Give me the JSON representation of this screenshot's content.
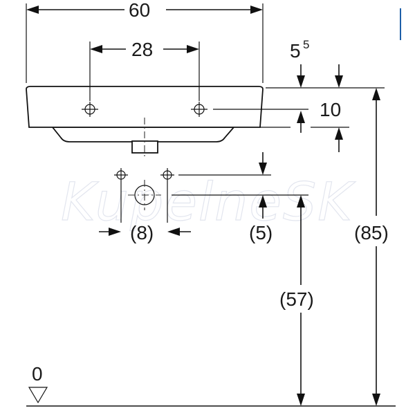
{
  "dimensions": {
    "total_width": "60",
    "tap_hole_spacing": "28",
    "rim_thickness_main": "5",
    "rim_thickness_sup": "5",
    "tap_hole_offset": "10",
    "outlet_spacing": "(8)",
    "outlet_offset": "(5)",
    "outlet_height": "(57)",
    "overall_height": "(85)",
    "floor_level": "0"
  },
  "watermark": {
    "text": "KupelneSK"
  },
  "colors": {
    "line": "#111111",
    "accent": "#1e5fa8",
    "watermark": "#d7dbe8"
  }
}
